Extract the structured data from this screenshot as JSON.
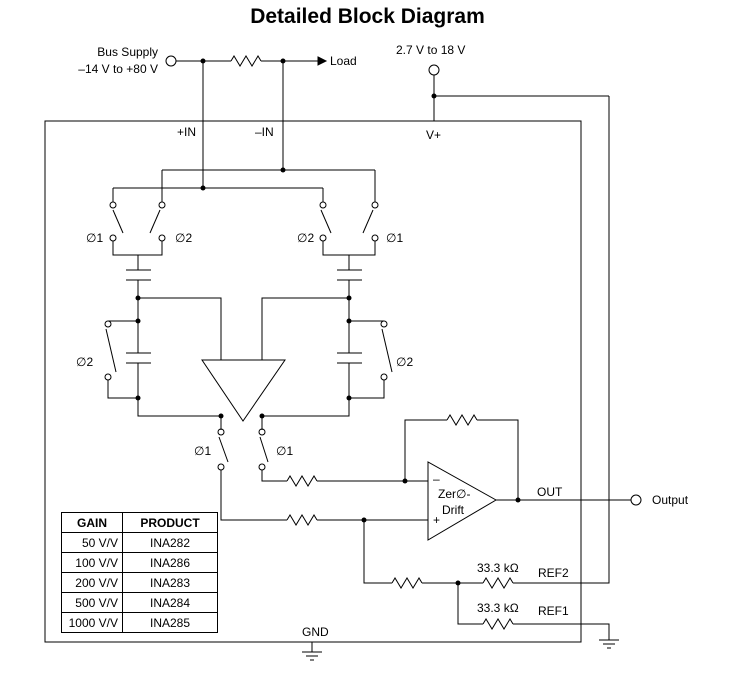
{
  "title": "Detailed Block Diagram",
  "labels": {
    "bus_supply_line1": "Bus Supply",
    "bus_supply_line2": "–14 V to +80 V",
    "load": "Load",
    "supply_range": "2.7 V to 18 V",
    "plus_in": "+IN",
    "minus_in": "–IN",
    "v_plus": "V+",
    "phi1": "∅1",
    "phi2": "∅2",
    "amp_line1": "Zer∅-",
    "amp_line2": "Drift",
    "amp_minus": "–",
    "amp_plus": "+",
    "out": "OUT",
    "output": "Output",
    "res_value": "33.3 kΩ",
    "ref2": "REF2",
    "ref1": "REF1",
    "gnd": "GND"
  },
  "table": {
    "headers": [
      "GAIN",
      "PRODUCT"
    ],
    "rows": [
      {
        "gain": "50 V/V",
        "product": "INA282"
      },
      {
        "gain": "100 V/V",
        "product": "INA286"
      },
      {
        "gain": "200 V/V",
        "product": "INA283"
      },
      {
        "gain": "500 V/V",
        "product": "INA284"
      },
      {
        "gain": "1000 V/V",
        "product": "INA285"
      }
    ]
  },
  "colors": {
    "line": "#000000",
    "background": "#ffffff"
  }
}
